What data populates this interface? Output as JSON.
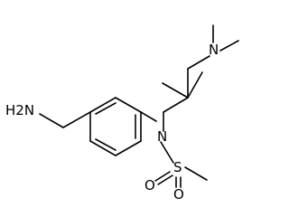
{
  "atoms": {
    "amine_nh2": "H2N",
    "sulfonamide_n": "N",
    "dimethylamino_n": "N",
    "sulfur": "S",
    "oxygen_left": "O",
    "oxygen_right": "O"
  },
  "colors": {
    "bond": "#000000",
    "label": "#000000",
    "background": "#ffffff"
  }
}
